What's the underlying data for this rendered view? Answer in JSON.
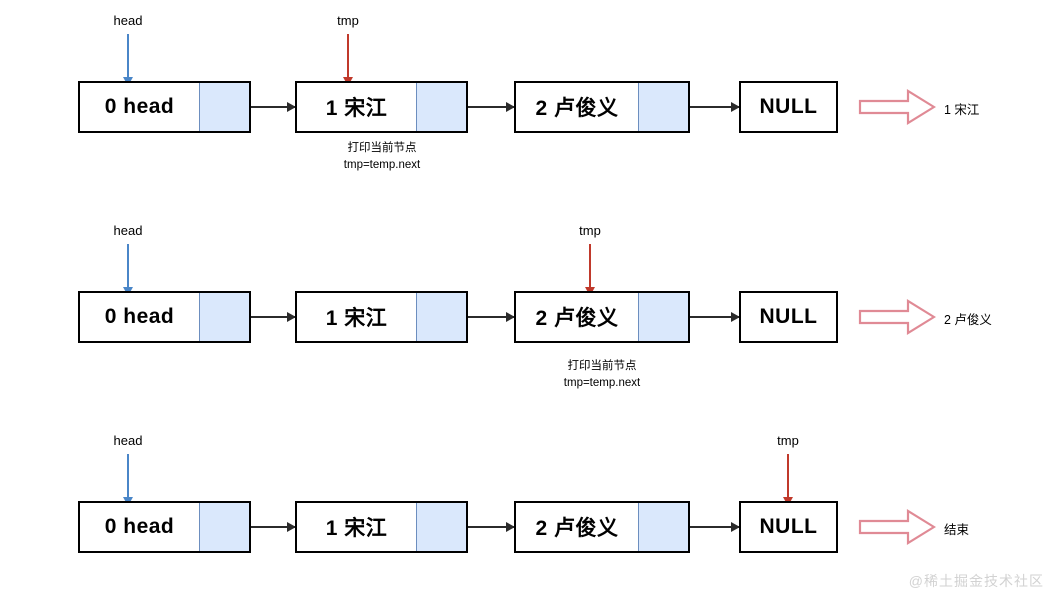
{
  "colors": {
    "node_border": "#000000",
    "pointer_cell": "#dae8fc",
    "pointer_cell_border": "#6c8ebf",
    "head_arrow": "#4a86c8",
    "tmp_arrow": "#c0392b",
    "connector": "#2b2b2b",
    "output_arrow": "#e08a95",
    "watermark": "#d2d2d2",
    "background": "#ffffff"
  },
  "labels": {
    "head": "head",
    "tmp": "tmp"
  },
  "annotation": {
    "line1": "打印当前节点",
    "line2": "tmp=temp.next"
  },
  "nodes": {
    "head": "0 head",
    "n1": "1 宋江",
    "n2": "2 卢俊义",
    "null": "NULL"
  },
  "rows": [
    {
      "id": "row-1",
      "head_pointer_target": "0 head",
      "tmp_pointer_target": "1 宋江",
      "annotated_node": "1 宋江",
      "output": "1 宋江"
    },
    {
      "id": "row-2",
      "head_pointer_target": "0 head",
      "tmp_pointer_target": "2 卢俊义",
      "annotated_node": "2 卢俊义",
      "output": "2 卢俊义"
    },
    {
      "id": "row-3",
      "head_pointer_target": "0 head",
      "tmp_pointer_target": "NULL",
      "annotated_node": null,
      "output": "结束"
    }
  ],
  "watermark": "@稀土掘金技术社区"
}
